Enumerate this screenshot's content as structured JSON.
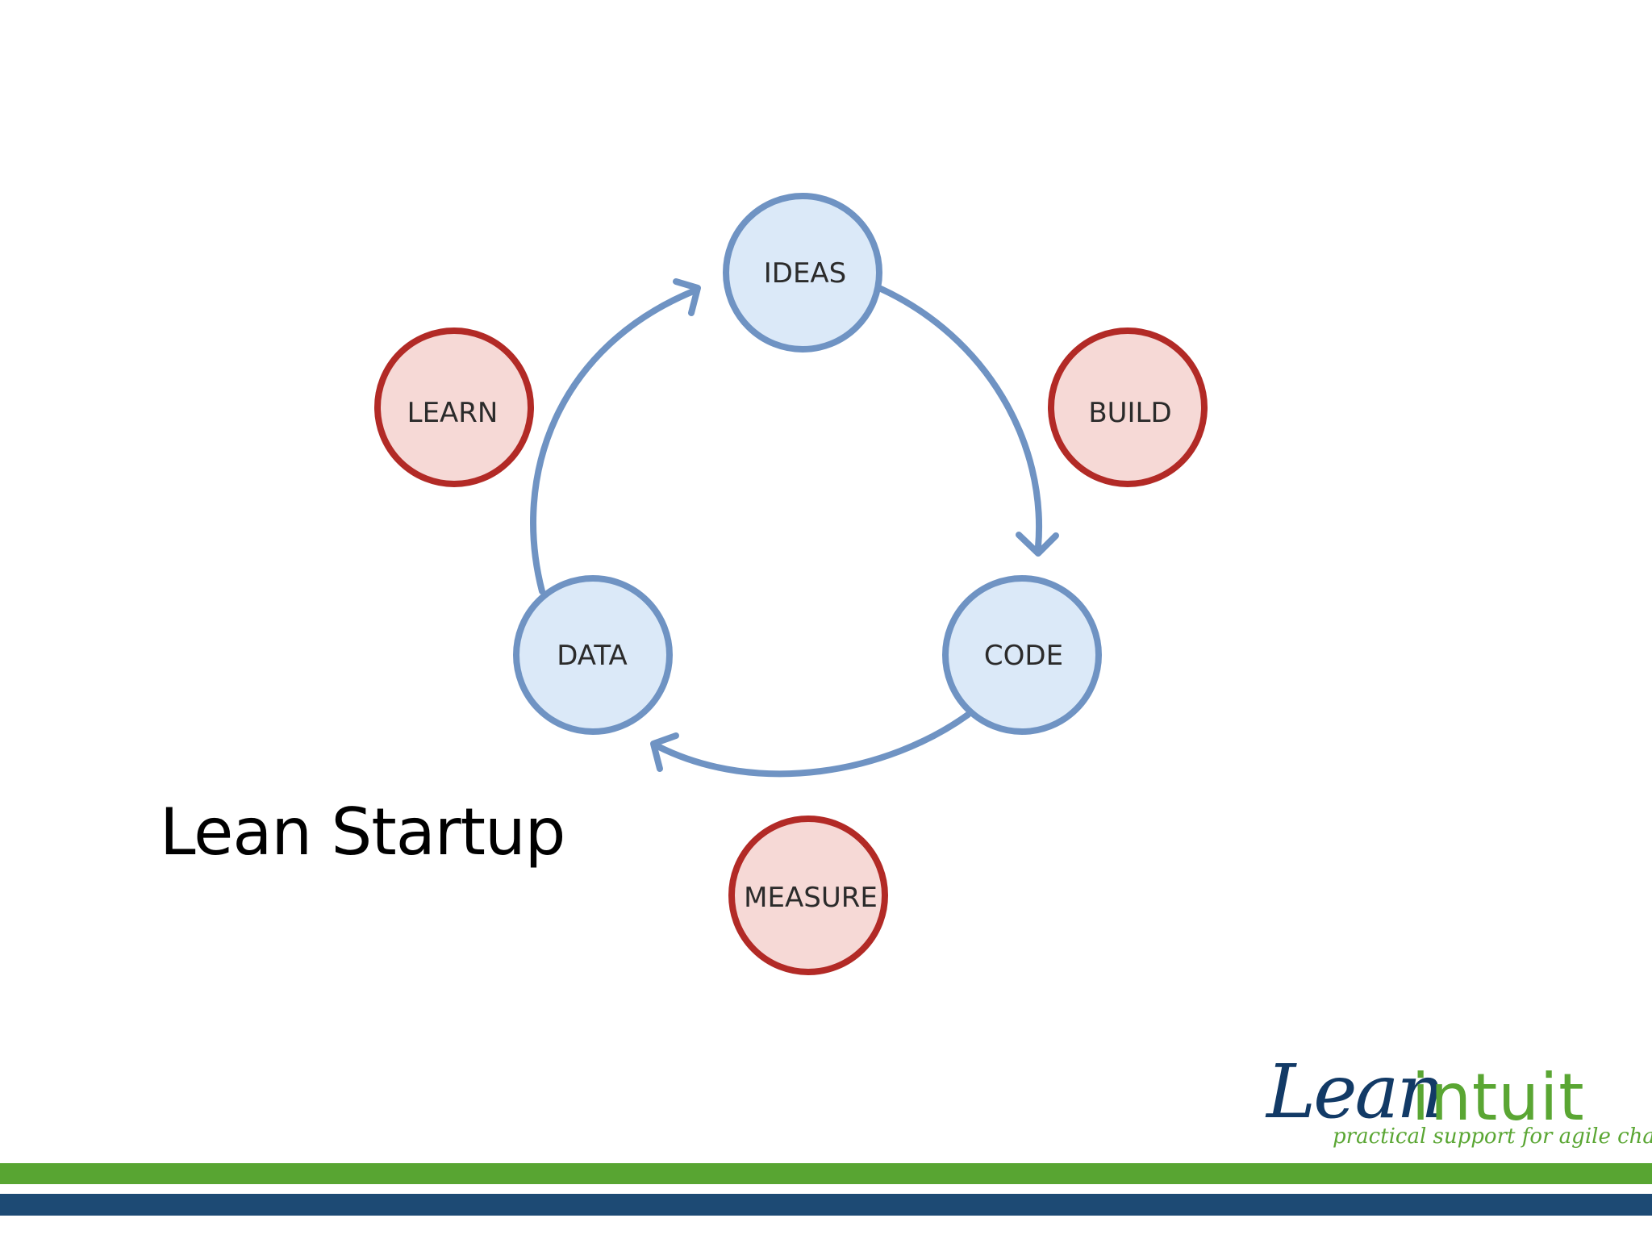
{
  "title": "Lean Startup",
  "diagram": {
    "nodes": [
      {
        "id": "ideas",
        "label": "IDEAS",
        "kind": "artifact"
      },
      {
        "id": "code",
        "label": "CODE",
        "kind": "artifact"
      },
      {
        "id": "data",
        "label": "DATA",
        "kind": "artifact"
      },
      {
        "id": "learn",
        "label": "LEARN",
        "kind": "activity"
      },
      {
        "id": "build",
        "label": "BUILD",
        "kind": "activity"
      },
      {
        "id": "measure",
        "label": "MEASURE",
        "kind": "activity"
      }
    ],
    "edges": [
      {
        "from": "ideas",
        "to": "code"
      },
      {
        "from": "code",
        "to": "data"
      },
      {
        "from": "data",
        "to": "ideas"
      }
    ],
    "colors": {
      "artifact_fill": "#dbe9f8",
      "artifact_stroke": "#6f93c3",
      "activity_fill": "#f6d9d6",
      "activity_stroke": "#b22a26",
      "arrow": "#6f93c3",
      "label_text": "#2b2b2b"
    }
  },
  "logo": {
    "word1": "Lean",
    "word2": "intuit",
    "tagline": "practical support for agile change",
    "colors": {
      "word1": "#123a66",
      "word2": "#5aa633"
    }
  },
  "footer": {
    "colors": {
      "green_bar": "#58a532",
      "blue_bar": "#1d4a74"
    }
  }
}
